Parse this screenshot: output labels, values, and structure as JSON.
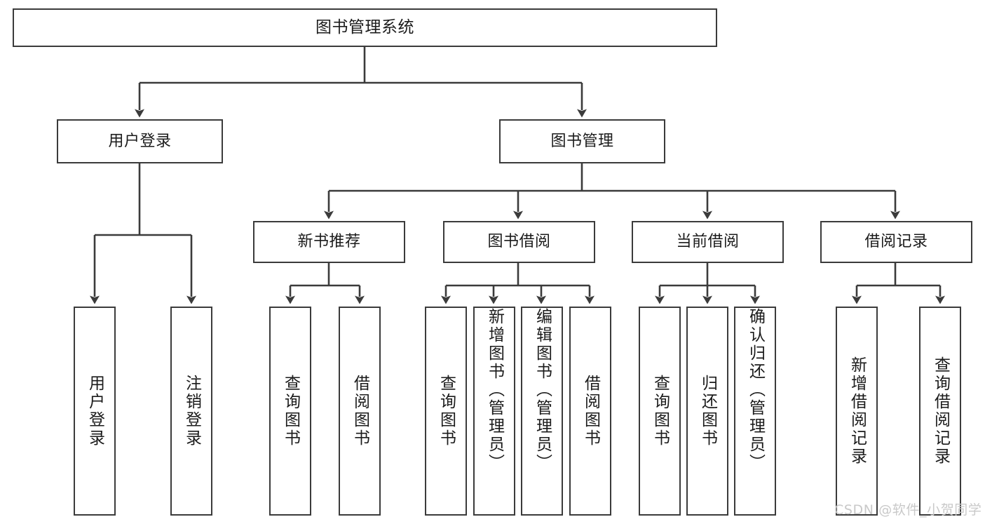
{
  "diagram": {
    "type": "tree",
    "title": "图书管理系统",
    "watermark": "CSDN @软件_小贺同学",
    "colors": {
      "box_border": "#3b3b3b",
      "box_fill": "#ffffff",
      "edge": "#3b3b3b",
      "text": "#1b1b1b",
      "watermark": "#c9c9c9",
      "background": "#ffffff"
    },
    "root": {
      "label": "图书管理系统"
    },
    "level2": [
      {
        "label": "用户登录"
      },
      {
        "label": "图书管理"
      }
    ],
    "level3": [
      {
        "label": "新书推荐"
      },
      {
        "label": "图书借阅"
      },
      {
        "label": "当前借阅"
      },
      {
        "label": "借阅记录"
      }
    ],
    "leaves_user_login": [
      {
        "label": "用户登录"
      },
      {
        "label": "注销登录"
      }
    ],
    "leaves_new_books": [
      {
        "label": "查询图书"
      },
      {
        "label": "借阅图书"
      }
    ],
    "leaves_borrow": [
      {
        "label": "查询图书"
      },
      {
        "label": "新增图书（管理员）"
      },
      {
        "label": "编辑图书（管理员）"
      },
      {
        "label": "借阅图书"
      }
    ],
    "leaves_current": [
      {
        "label": "查询图书"
      },
      {
        "label": "归还图书"
      },
      {
        "label": "确认归还（管理员）"
      }
    ],
    "leaves_records": [
      {
        "label": "新增借阅记录"
      },
      {
        "label": "查询借阅记录"
      }
    ]
  }
}
